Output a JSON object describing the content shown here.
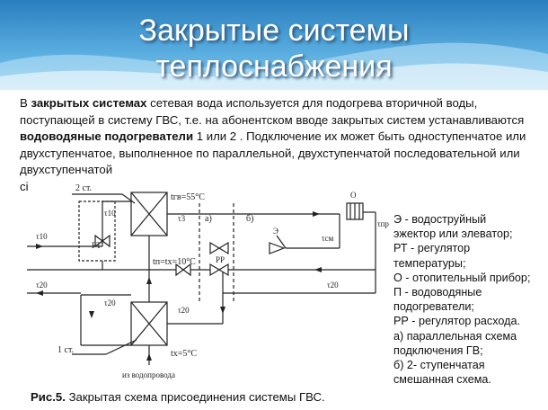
{
  "header": {
    "title_line1": "Закрытые системы",
    "title_line2": "теплоснабжения"
  },
  "intro": {
    "p1": "В ",
    "p2": "закрытых системах",
    "p3": " сетевая вода используется  для подогрева  вторичной воды, поступающей в систему  ГВС, т.е.  на  абонентском  вводе закрытых  систем устанавливаются ",
    "p4": "водоводяные  подогреватели",
    "p5": "  1  или  2 . Подключение их может  быть одноступенчатое  или  двухступенчатое,  выполненное  по параллельной,  двухступенчатой последовательной или  двухступенчатой",
    "p6": "сі"
  },
  "diagram": {
    "stage2": "2 ст.",
    "stage1": "1 ст.",
    "t_hot": "tгв=55°C",
    "t_mid": "tп=tх=10°C",
    "t_cold": "tх=5°C",
    "t10_top": "τ10",
    "t10_left": "τ10",
    "t3": "τ3",
    "t20_left": "τ20",
    "t20_mid": "τ20",
    "t20_right": "τ20",
    "t20_low": "τ20",
    "t_cm": "τсм",
    "t_pr": "τпр",
    "lbl_a": "а)",
    "lbl_b": "б)",
    "rt": "РТ",
    "rr": "РР",
    "e": "Э",
    "o": "О",
    "water_source": "из водопровода"
  },
  "legend": {
    "l1": "Э  -   водоструйный",
    "l2": "эжектор  или  элеватор;",
    "l3": "РТ -  регулятор",
    "l4": "температуры;",
    "l5": "О - отопительный прибор;",
    "l6": "П -   водоводяные",
    "l7": "подогреватели;",
    "l8": "РР - регулятор  расхода.",
    "l9": "а)  параллельная схема",
    "l10": "подключения ГВ;",
    "l11": "б)  2- ступенчатая",
    "l12": "смешанная схема."
  },
  "caption": {
    "bold": "Рис.5.",
    "text": " Закрытая  схема присоединения системы ГВС."
  }
}
